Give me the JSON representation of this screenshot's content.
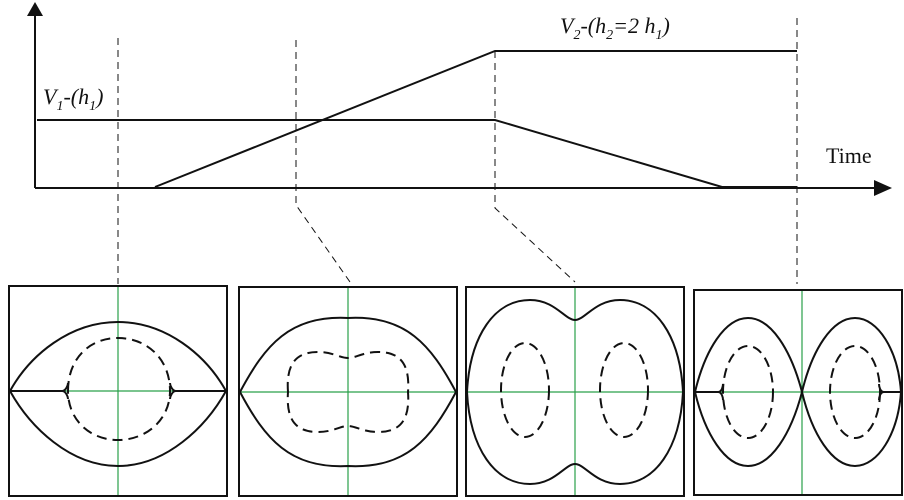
{
  "labels": {
    "v1_V": "V",
    "v1_sub": "1",
    "v1_h": "-(h",
    "v1_hsub": "1",
    "v1_close": ")",
    "v2_V": "V",
    "v2_sub": "2",
    "v2_h": "-(h",
    "v2_hsub": "2",
    "v2_eq": "=2 h",
    "v2_eqsub": "1",
    "v2_close": ")",
    "time": "Time"
  },
  "colors": {
    "line": "#111111",
    "axis": "#111111",
    "panel_cross": "#2aa14a"
  },
  "panels": [
    {
      "id": "panel-1",
      "stage": "single-well"
    },
    {
      "id": "panel-2",
      "stage": "flattened"
    },
    {
      "id": "panel-3",
      "stage": "double-well-shallow"
    },
    {
      "id": "panel-4",
      "stage": "double-well-separated"
    }
  ]
}
